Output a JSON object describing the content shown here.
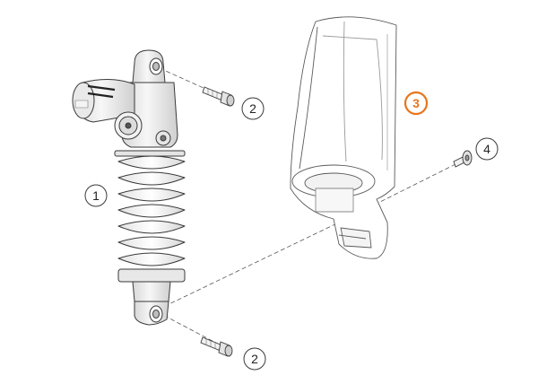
{
  "callouts": [
    {
      "id": "1",
      "label": "1",
      "highlight": false
    },
    {
      "id": "2a",
      "label": "2",
      "highlight": false
    },
    {
      "id": "3",
      "label": "3",
      "highlight": true
    },
    {
      "id": "4",
      "label": "4",
      "highlight": false
    },
    {
      "id": "2b",
      "label": "2",
      "highlight": false
    }
  ],
  "colors": {
    "line": "#3a3a3a",
    "faint": "#9a9a9a",
    "highlight": "#e8741c",
    "background": "#ffffff"
  }
}
